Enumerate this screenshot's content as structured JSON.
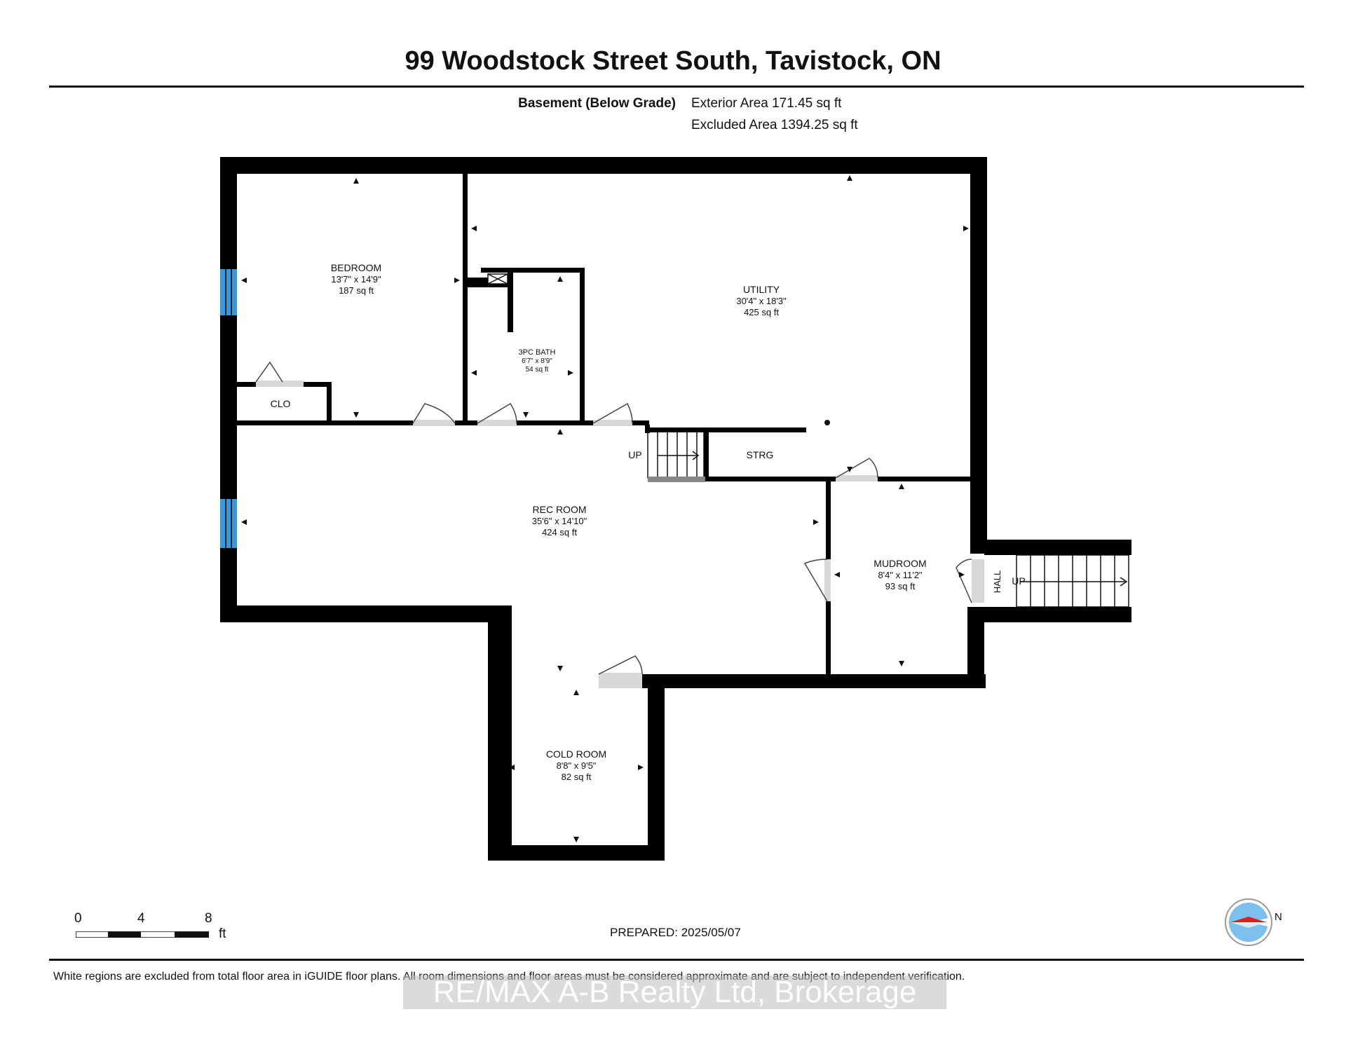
{
  "header": {
    "title": "99 Woodstock Street South, Tavistock, ON",
    "floor_label": "Basement (Below Grade)",
    "exterior_area": "Exterior Area 171.45 sq ft",
    "excluded_area": "Excluded Area 1394.25 sq ft"
  },
  "rooms": {
    "bedroom": {
      "name": "BEDROOM",
      "dims": "13'7\" x 14'9\"",
      "area": "187 sq ft"
    },
    "bath": {
      "name": "3PC BATH",
      "dims": "6'7\" x 8'9\"",
      "area": "54 sq ft"
    },
    "utility": {
      "name": "UTILITY",
      "dims": "30'4\" x 18'3\"",
      "area": "425 sq ft"
    },
    "rec_room": {
      "name": "REC ROOM",
      "dims": "35'6\" x 14'10\"",
      "area": "424 sq ft"
    },
    "mudroom": {
      "name": "MUDROOM",
      "dims": "8'4\" x 11'2\"",
      "area": "93 sq ft"
    },
    "cold_room": {
      "name": "COLD ROOM",
      "dims": "8'8\" x 9'5\"",
      "area": "82 sq ft"
    },
    "clo": "CLO",
    "strg": "STRG",
    "hall": "HALL",
    "stairs_up_label": "UP"
  },
  "scale": {
    "zero": "0",
    "mid": "4",
    "max": "8",
    "unit": "ft"
  },
  "footer": {
    "prepared": "PREPARED: 2025/05/07",
    "disclaimer": "White regions are excluded from total floor area in iGUIDE floor plans. All room dimensions and floor areas must be considered approximate and are subject to independent verification.",
    "watermark": "RE/MAX A-B Realty Ltd, Brokerage"
  },
  "compass": {
    "label": "N"
  },
  "colors": {
    "wall": "#000000",
    "window": "#3a9ad9",
    "compass_red": "#e02020",
    "compass_blue": "#7cc0ee"
  }
}
